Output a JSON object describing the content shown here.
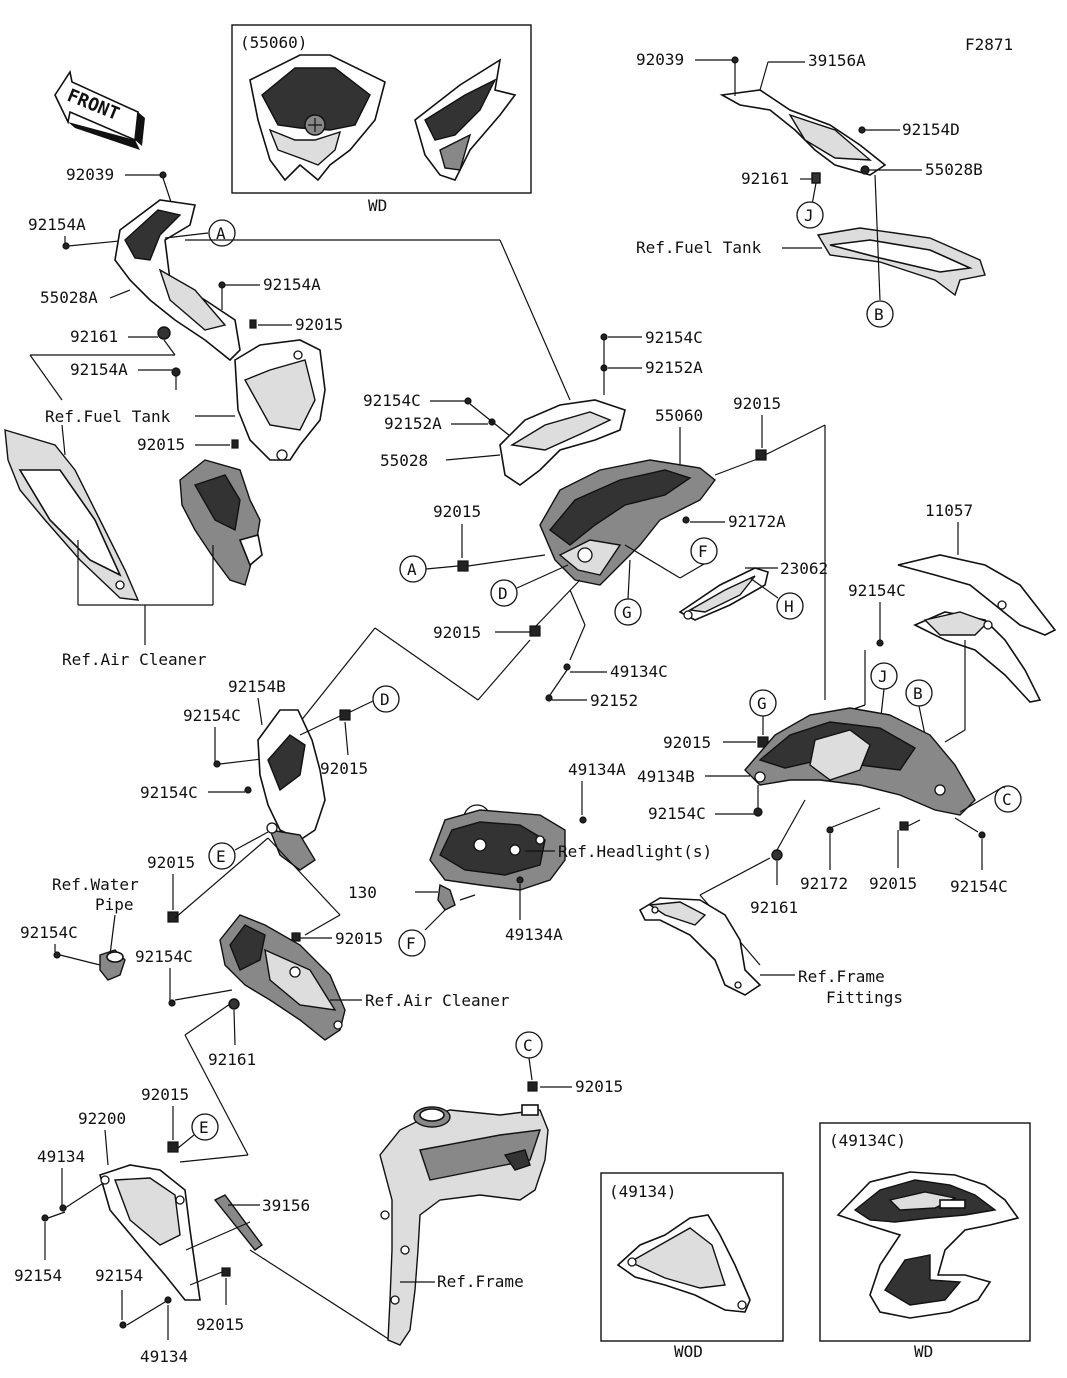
{
  "figure_code": "F2871",
  "front_label": "FRONT",
  "insets": [
    {
      "code": "(55060)",
      "caption": "WD"
    },
    {
      "code": "(49134)",
      "caption": "WOD"
    },
    {
      "code": "(49134C)",
      "caption": "WD"
    }
  ],
  "callout_letters": [
    "A",
    "B",
    "C",
    "D",
    "E",
    "F",
    "G",
    "H",
    "J"
  ],
  "part_numbers": [
    "92039",
    "39156A",
    "92154D",
    "92161",
    "55028B",
    "92154A",
    "55028A",
    "92015",
    "92154C",
    "92152A",
    "55028",
    "55060",
    "92172A",
    "23062",
    "49134C",
    "92152",
    "92154B",
    "49134A",
    "130",
    "11057",
    "49134B",
    "92172",
    "92200",
    "49134",
    "39156",
    "92154"
  ],
  "references": [
    "Ref.Fuel Tank",
    "Ref.Air Cleaner",
    "Ref.Water",
    "Pipe",
    "Ref.Headlight(s)",
    "Ref.Frame",
    "Fittings",
    "Ref.Frame"
  ],
  "colors": {
    "line": "#111111",
    "background": "#ffffff",
    "shade_dark": "#333333",
    "shade_mid": "#888888",
    "shade_light": "#dddddd"
  }
}
